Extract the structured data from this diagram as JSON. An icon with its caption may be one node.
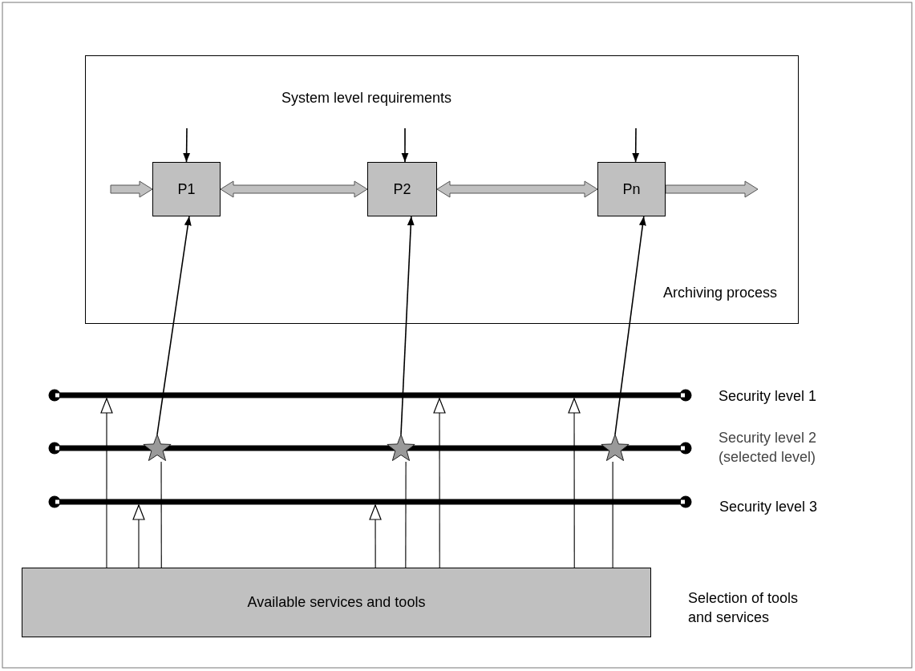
{
  "diagram": {
    "nodes": [
      {
        "text": [
          "System level requirements",
          "Archiving process"
        ]
      },
      {
        "text": [
          "P1"
        ],
        "in": 0
      },
      {
        "text": [
          "P2"
        ],
        "in": 0
      },
      {
        "text": [
          "Pn"
        ],
        "in": 0
      },
      {
        "text": [],
        "shape": "star"
      },
      {
        "text": [],
        "shape": "star"
      },
      {
        "text": [],
        "shape": "star"
      },
      {
        "text": [
          "Available services and tools"
        ],
        "beside": [
          "Selection of tools and services"
        ]
      }
    ],
    "edges": [
      {
        "from": null,
        "to": 1,
        "arrow": "to"
      },
      {
        "from": null,
        "to": 2,
        "arrow": "to"
      },
      {
        "from": null,
        "to": 3,
        "arrow": "to"
      },
      {
        "from": null,
        "to": 1,
        "arrow": "to",
        "style": "thick",
        "color": "#c0c0c0"
      },
      {
        "from": 1,
        "to": 2,
        "arrow": "both",
        "style": "thick",
        "color": "#c0c0c0"
      },
      {
        "from": 2,
        "to": 3,
        "arrow": "both",
        "style": "thick",
        "color": "#c0c0c0"
      },
      {
        "from": 3,
        "to": null,
        "arrow": "to",
        "style": "thick",
        "color": "#c0c0c0"
      },
      {
        "from": 4,
        "to": 1,
        "arrow": "to"
      },
      {
        "from": 5,
        "to": 2,
        "arrow": "to"
      },
      {
        "from": 6,
        "to": 3,
        "arrow": "to"
      },
      {
        "from": 7,
        "to": null,
        "arrow": "to"
      },
      {
        "from": 7,
        "to": null,
        "arrow": "to"
      },
      {
        "from": 7,
        "to": null,
        "arrow": "to"
      },
      {
        "from": 7,
        "to": null,
        "arrow": "to"
      },
      {
        "from": 7,
        "to": null,
        "arrow": "to"
      },
      {
        "from": 7,
        "to": 4,
        "arrow": "none"
      },
      {
        "from": 7,
        "to": 5,
        "arrow": "none"
      },
      {
        "from": 7,
        "to": 6,
        "arrow": "none"
      }
    ],
    "labels": [
      "Security level 1",
      "Security level 2 (selected level)",
      "Security level 3"
    ]
  }
}
